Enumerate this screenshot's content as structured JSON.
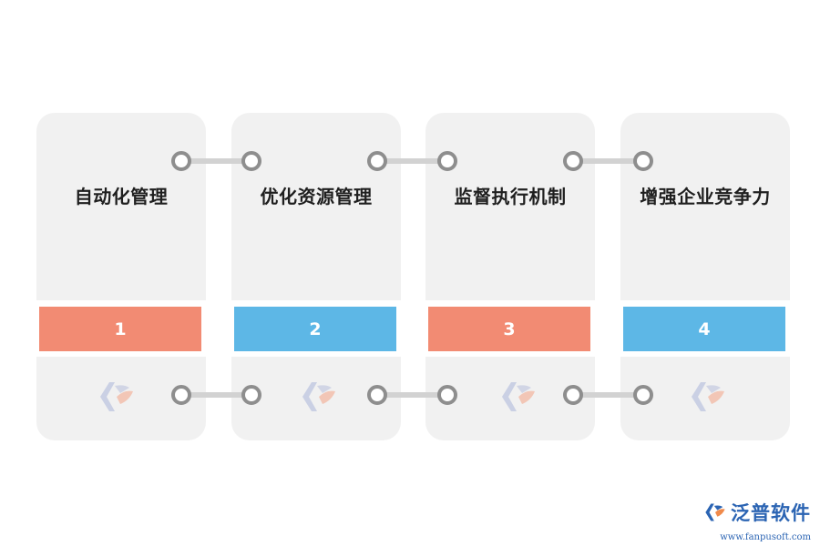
{
  "steps": [
    {
      "title": "自动化管理",
      "number": "1",
      "color": "#f28b73"
    },
    {
      "title": "优化资源管理",
      "number": "2",
      "color": "#5db7e6"
    },
    {
      "title": "监督执行机制",
      "number": "3",
      "color": "#f28b73"
    },
    {
      "title": "增强企业竞争力",
      "number": "4",
      "color": "#5db7e6"
    }
  ],
  "brand": {
    "name": "泛普软件",
    "url": "www.fanpusoft.com"
  }
}
